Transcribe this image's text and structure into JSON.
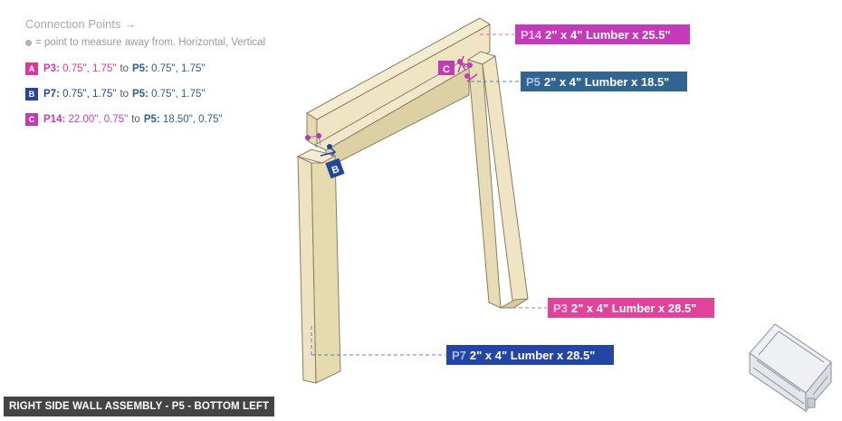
{
  "legend": {
    "title": "Connection Points",
    "arrow_icon": "→",
    "note": "= point to measure away from. Horizontal, Vertical"
  },
  "connections": [
    {
      "badge": "A",
      "from_part": "P3:",
      "from_coords": "0.75\", 1.75\"",
      "to_word": "to",
      "to_part": "P5:",
      "to_coords": "0.75\", 1.75\"",
      "badge_color": "#d63b9b",
      "from_color": "#d63b9b",
      "to_color": "#2b5f8e"
    },
    {
      "badge": "B",
      "from_part": "P7:",
      "from_coords": "0.75\", 1.75\"",
      "to_word": "to",
      "to_part": "P5:",
      "to_coords": "0.75\", 1.75\"",
      "badge_color": "#23469a",
      "from_color": "#23469a",
      "to_color": "#2b5f8e"
    },
    {
      "badge": "C",
      "from_part": "P14:",
      "from_coords": "22.00\", 0.75\"",
      "to_word": "to",
      "to_part": "P5:",
      "to_coords": "18.50\", 0.75\"",
      "badge_color": "#c23bb3",
      "from_color": "#c23bb3",
      "to_color": "#2b5f8e"
    }
  ],
  "parts": {
    "p14": {
      "id": "P14",
      "text": "2\" x 4\" Lumber  x 25.5\"",
      "color": "#c43ab8"
    },
    "p5": {
      "id": "P5",
      "text": "2\" x 4\" Lumber  x 18.5\"",
      "color": "#2f6590"
    },
    "p3": {
      "id": "P3",
      "text": "2\" x 4\" Lumber  x 28.5\"",
      "color": "#e0449a"
    },
    "p7": {
      "id": "P7",
      "text": "2\" x 4\" Lumber  x 28.5\"",
      "color": "#2445a3"
    }
  },
  "markers": {
    "b": "B",
    "c": "C"
  },
  "footer": {
    "title": "RIGHT SIDE WALL ASSEMBLY - P5 - BOTTOM LEFT"
  }
}
